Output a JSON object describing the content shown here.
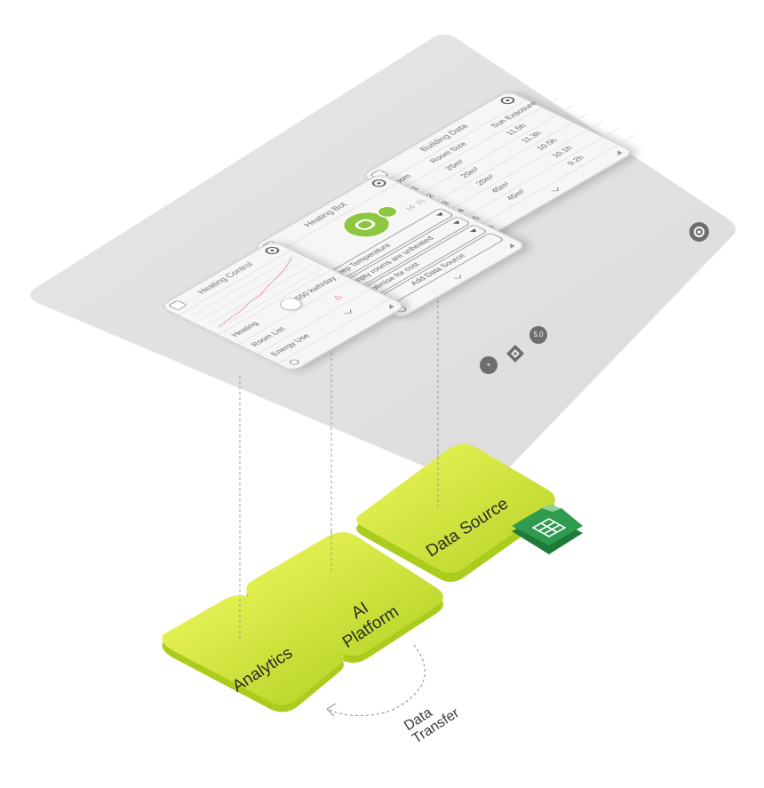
{
  "plate": {
    "zoom_label": "5.0",
    "add_label": "+"
  },
  "building_data": {
    "title": "Building Data",
    "columns": [
      "Room",
      "Room Size",
      "Sun Exposure"
    ],
    "rows": [
      [
        "B.1",
        "25m²",
        "11.5h"
      ],
      [
        "B.2",
        "20m²",
        "11.3h"
      ],
      [
        "B.3",
        "20m²",
        "10.5h"
      ],
      [
        "B.4",
        "45m²",
        "10.1h"
      ],
      [
        "B.5",
        "45m²",
        "9.2h"
      ]
    ]
  },
  "heating_bot": {
    "title": "Heating Bot",
    "numbers": [
      "16",
      "25"
    ],
    "options": [
      "Keep Temperature",
      "Empty rooms are unheated",
      "Optimise for cost"
    ],
    "add_source_label": "Add Data Source"
  },
  "heating_control": {
    "title": "Heating Control",
    "heating_label": "Heating",
    "usage_value": "550 kwh/day",
    "room_list_label": "Room List",
    "energy_use_label": "Energy Use"
  },
  "tiles": {
    "data_source": "Data Source",
    "ai_platform": [
      "AI",
      "Platform"
    ],
    "analytics": "Analytics"
  },
  "transfer_label": [
    "Data",
    "Transfer"
  ],
  "colors": {
    "plate": "#e5e5e5",
    "tile_light": "#e4f24b",
    "tile_dark": "#a9cc1d",
    "sheet_green": "#2e9b4f",
    "bot_green": "#8dc63f"
  }
}
